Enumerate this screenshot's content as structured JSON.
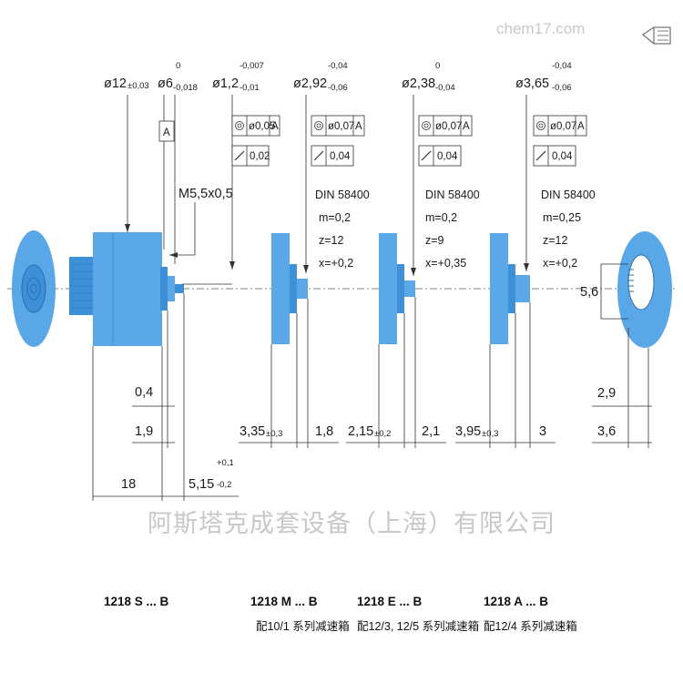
{
  "watermark_top": "chem17.com",
  "watermark_bottom": "阿斯塔克成套设备（上海）有限公司",
  "top_dims": [
    {
      "id": "d12",
      "main": "ø12",
      "tol": "±0,03"
    },
    {
      "id": "d6",
      "main": "ø6",
      "up": "0",
      "lo": "-0,018"
    },
    {
      "id": "d12b",
      "main": "ø1,2",
      "up": "-0,007",
      "lo": "-0,01"
    },
    {
      "id": "d292",
      "main": "ø2,92",
      "up": "-0,04",
      "lo": "-0,06"
    },
    {
      "id": "d238",
      "main": "ø2,38",
      "up": "0",
      "lo": "-0,04"
    },
    {
      "id": "d365",
      "main": "ø3,65",
      "up": "-0,04",
      "lo": "-0,06"
    }
  ],
  "datum_label": "A",
  "thread_label": "M5,5x0,5",
  "tolerance_frames": [
    {
      "conc": "ø0,05",
      "ref": "A",
      "runout": "0,02"
    },
    {
      "conc": "ø0,07",
      "ref": "A",
      "runout": "0,04"
    },
    {
      "conc": "ø0,07",
      "ref": "A",
      "runout": "0,04"
    },
    {
      "conc": "ø0,07",
      "ref": "A",
      "runout": "0,04"
    }
  ],
  "gear_specs": [
    {
      "std": "DIN 58400",
      "m": "m=0,2",
      "z": "z=12",
      "x": "x=+0,2"
    },
    {
      "std": "DIN 58400",
      "m": "m=0,2",
      "z": "z=9",
      "x": "x=+0,35"
    },
    {
      "std": "DIN 58400",
      "m": "m=0,25",
      "z": "z=12",
      "x": "x=+0,2"
    }
  ],
  "bottom_dims": {
    "d04": "0,4",
    "d19": "1,9",
    "d18": "18",
    "d515": "5,15",
    "d515_up": "+0,1",
    "d515_lo": "-0,2",
    "m_len": "3,35",
    "m_tol": "±0,3",
    "m_shaft": "1,8",
    "e_len": "2,15",
    "e_tol": "±0,2",
    "e_shaft": "2,1",
    "a_len": "3,95",
    "a_tol": "±0,3",
    "a_shaft": "3",
    "r_56": "5,6",
    "r_29": "2,9",
    "r_36": "3,6"
  },
  "models": [
    {
      "name": "1218 S ... B",
      "note": ""
    },
    {
      "name": "1218 M ... B",
      "note": "配10/1 系列减速箱"
    },
    {
      "name": "1218 E ... B",
      "note": "配12/3, 12/5 系列减速箱"
    },
    {
      "name": "1218 A ... B",
      "note": "配12/4 系列减速箱"
    }
  ],
  "colors": {
    "part": "#5aa7e8",
    "part_dark": "#3d8fd6",
    "line": "#333333",
    "watermark": "#c8c8c8"
  }
}
